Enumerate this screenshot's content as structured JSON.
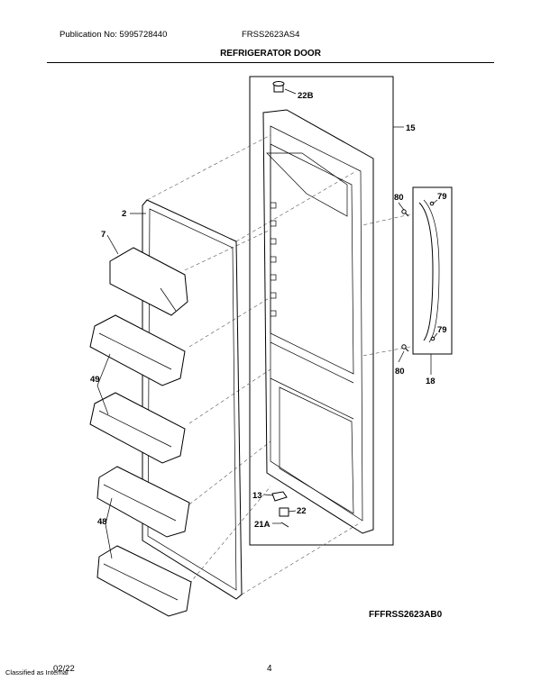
{
  "header": {
    "publication": "Publication No: 5995728440",
    "model": "FRSS2623AS4",
    "section_title": "REFRIGERATOR DOOR"
  },
  "callouts": {
    "c22b": "22B",
    "c15": "15",
    "c80a": "80",
    "c79a": "79",
    "c2": "2",
    "c7": "7",
    "c79b": "79",
    "c80b": "80",
    "c18": "18",
    "c49": "49",
    "c13": "13",
    "c22": "22",
    "c21a": "21A",
    "c48": "48"
  },
  "footer": {
    "drawing_id": "FFFRSS2623AB0",
    "date": "02/22",
    "classified": "Classified as Internal",
    "page": "4"
  }
}
